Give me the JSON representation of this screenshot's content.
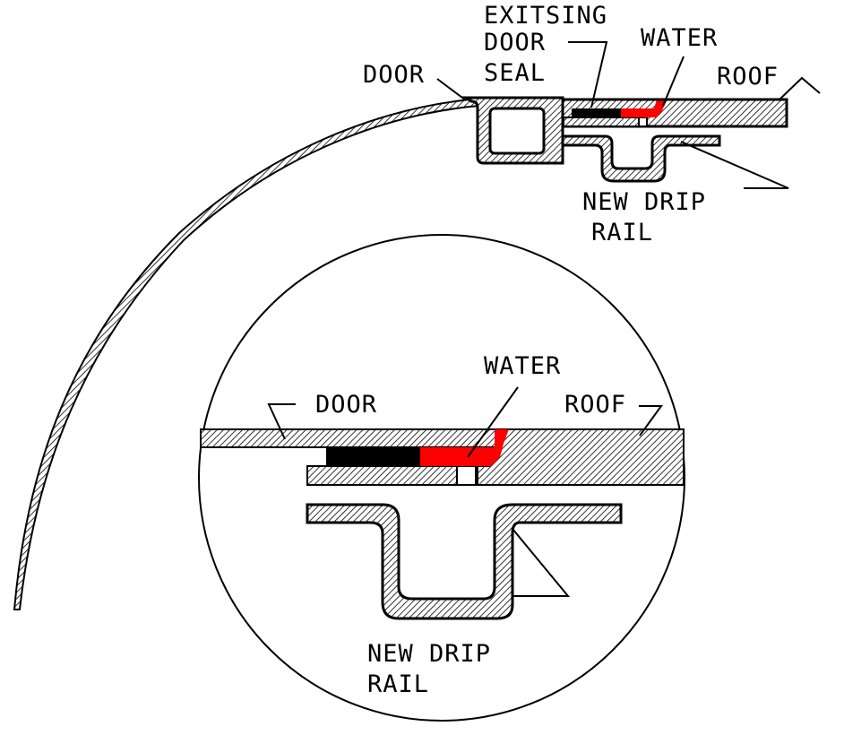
{
  "title": "Drip rail retrofit cross-section",
  "colors": {
    "water": "#ff0000",
    "seal": "#000000",
    "line": "#000000",
    "background": "#ffffff"
  },
  "overview": {
    "labels": {
      "door": "DOOR",
      "seal": [
        "EXITSING",
        "DOOR",
        "SEAL"
      ],
      "water": "WATER",
      "roof": "ROOF",
      "drip_rail": [
        "NEW DRIP",
        "RAIL"
      ]
    }
  },
  "detail": {
    "labels": {
      "door": "DOOR",
      "water": "WATER",
      "roof": "ROOF",
      "drip_rail": [
        "NEW DRIP",
        "RAIL"
      ]
    }
  }
}
